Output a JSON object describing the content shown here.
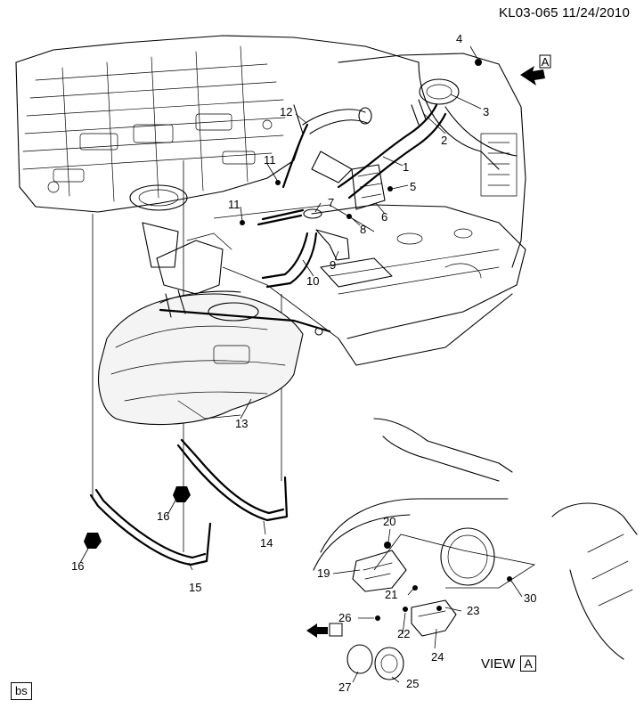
{
  "header": {
    "doc_id": "KL03-065 11/24/2010"
  },
  "view": {
    "label": "VIEW",
    "letter": "A"
  },
  "arrow_tag": {
    "letter": "A"
  },
  "footer_tag": "bs",
  "callouts": {
    "c1": "1",
    "c2": "2",
    "c3": "3",
    "c4": "4",
    "c5": "5",
    "c6": "6",
    "c7": "7",
    "c8": "8",
    "c9": "9",
    "c10": "10",
    "c11a": "11",
    "c11b": "11",
    "c12": "12",
    "c13": "13",
    "c14": "14",
    "c15": "15",
    "c16a": "16",
    "c16b": "16",
    "c19": "19",
    "c20": "20",
    "c21": "21",
    "c22": "22",
    "c23": "23",
    "c24": "24",
    "c25": "25",
    "c26": "26",
    "c27": "27",
    "c30": "30"
  }
}
